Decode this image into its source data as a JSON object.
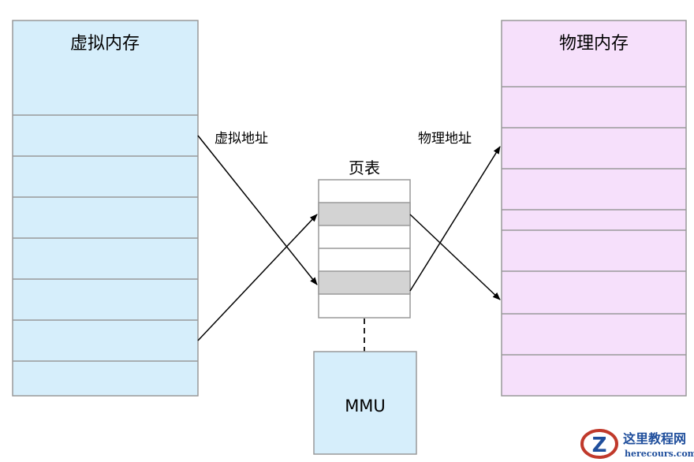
{
  "virtual_memory": {
    "title": "虚拟内存",
    "fill": "#d6eefb"
  },
  "physical_memory": {
    "title": "物理内存",
    "fill": "#f6e0fb"
  },
  "page_table": {
    "title": "页表",
    "highlight_fill": "#d3d3d3"
  },
  "mmu": {
    "label": "MMU",
    "fill": "#d6eefb"
  },
  "annotations": {
    "virtual_address": "虚拟地址",
    "physical_address": "物理地址"
  },
  "watermark": {
    "name": "这里教程网",
    "url": "herecours.com"
  }
}
